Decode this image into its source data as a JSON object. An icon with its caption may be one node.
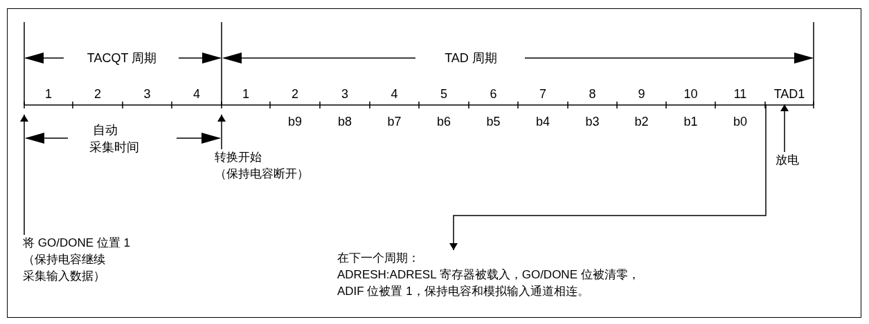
{
  "diagram": {
    "nodes": [
      {
        "text": [
          "将 GO/DONE 位置 1",
          "（保持电容继续采集输入数据）"
        ]
      },
      {
        "text": [
          "转换开始",
          "（保持电容断开）"
        ]
      },
      {
        "text": [
          "放电"
        ]
      },
      {
        "text": [
          "在下一个周期：",
          "ADRESH:ADRESL 寄存器被载入，GO/DONE 位被清零，",
          "ADIF 位被置 1，保持电容和模拟输入通道相连。"
        ]
      },
      {
        "text": [
          "TAD1"
        ]
      }
    ],
    "edges": [
      {
        "from": 0,
        "to": null,
        "arrow": "to"
      },
      {
        "from": 1,
        "to": null,
        "arrow": "to"
      },
      {
        "from": 2,
        "to": 4,
        "arrow": "to"
      },
      {
        "from": 4,
        "to": 3,
        "arrow": "to"
      }
    ],
    "labels": [
      "TACQT 周期",
      "TAD 周期",
      "1",
      "2",
      "3",
      "4",
      "1",
      "2",
      "3",
      "4",
      "5",
      "6",
      "7",
      "8",
      "9",
      "10",
      "11",
      "b9",
      "b8",
      "b7",
      "b6",
      "b5",
      "b4",
      "b3",
      "b2",
      "b1",
      "b0",
      "自动",
      "采集时间"
    ]
  }
}
